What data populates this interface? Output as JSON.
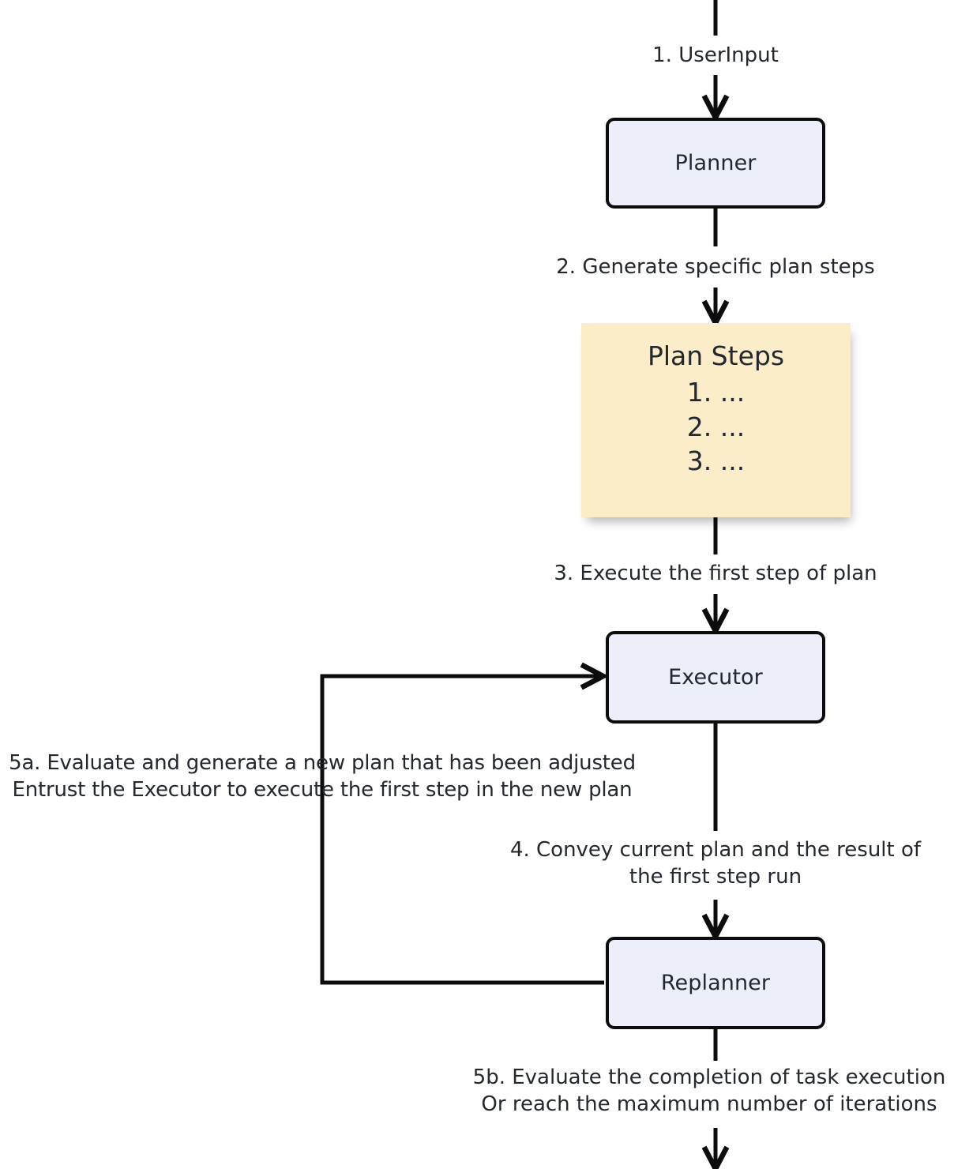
{
  "diagram": {
    "title": "Plan-and-Execute agent loop",
    "colors": {
      "node_fill": "#eceff9",
      "node_stroke": "#0c0c0c",
      "note_fill": "#fbecca",
      "text": "#23272e",
      "edge": "#0c0c0c",
      "background": "#ffffff"
    },
    "nodes": [
      {
        "id": "planner",
        "label": "Planner",
        "type": "process"
      },
      {
        "id": "plansteps",
        "type": "note",
        "title": "Plan Steps",
        "items": [
          "1. ...",
          "2. ...",
          "3. ..."
        ]
      },
      {
        "id": "executor",
        "label": "Executor",
        "type": "process"
      },
      {
        "id": "replanner",
        "label": "Replanner",
        "type": "process"
      }
    ],
    "edges": [
      {
        "id": "e1",
        "from": "user",
        "to": "planner",
        "label": "1. UserInput"
      },
      {
        "id": "e2",
        "from": "planner",
        "to": "plansteps",
        "label": "2. Generate specific plan steps"
      },
      {
        "id": "e3",
        "from": "plansteps",
        "to": "executor",
        "label": "3. Execute the first step of plan"
      },
      {
        "id": "e4",
        "from": "executor",
        "to": "replanner",
        "label": "4. Convey current plan and the result of\nthe first step run"
      },
      {
        "id": "e5a",
        "from": "replanner",
        "to": "executor",
        "label": "5a. Evaluate and generate a new plan that has been adjusted\nEntrust the Executor to execute the first step in the new plan"
      },
      {
        "id": "e5b",
        "from": "replanner",
        "to": "end",
        "label": "5b. Evaluate the completion of task execution\nOr reach the maximum number of iterations"
      }
    ]
  }
}
